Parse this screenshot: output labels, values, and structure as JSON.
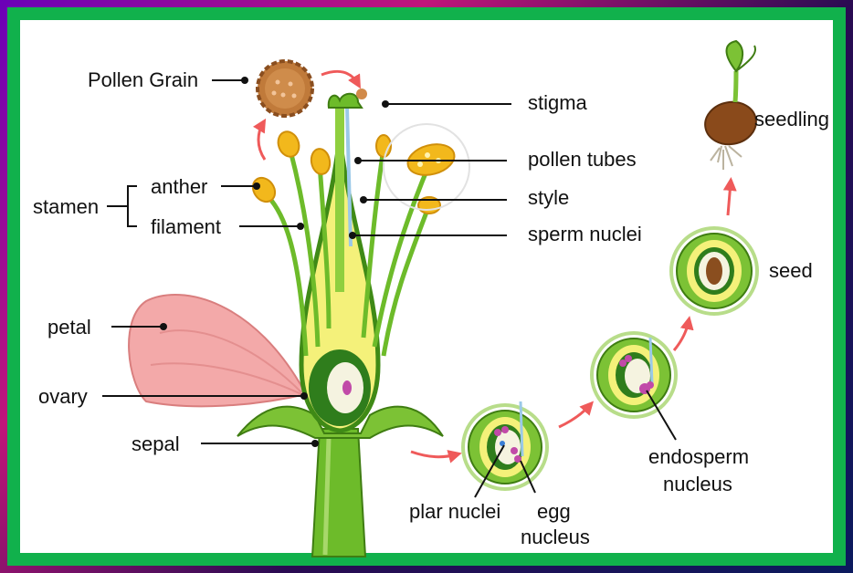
{
  "labels": {
    "pollen_grain": "Pollen Grain",
    "stigma": "stigma",
    "pollen_tubes": "pollen tubes",
    "style": "style",
    "sperm_nuclei": "sperm nuclei",
    "stamen": "stamen",
    "anther": "anther",
    "filament": "filament",
    "petal": "petal",
    "ovary": "ovary",
    "sepal": "sepal",
    "seedling": "seedling",
    "seed": "seed",
    "plar_nuclei": "plar nuclei",
    "egg": "egg",
    "egg_nucleus": "nucleus",
    "endosperm": "endosperm",
    "endosperm_nucleus": "nucleus"
  },
  "colors": {
    "frame": "#11b14c",
    "arrow": "#ef5a5a",
    "stem": "#6dbb2a",
    "ovary_fill": "#f4f17a",
    "anther": "#f2b81c",
    "petal": "#f3a9a9",
    "pollen": "#c07a3a"
  }
}
